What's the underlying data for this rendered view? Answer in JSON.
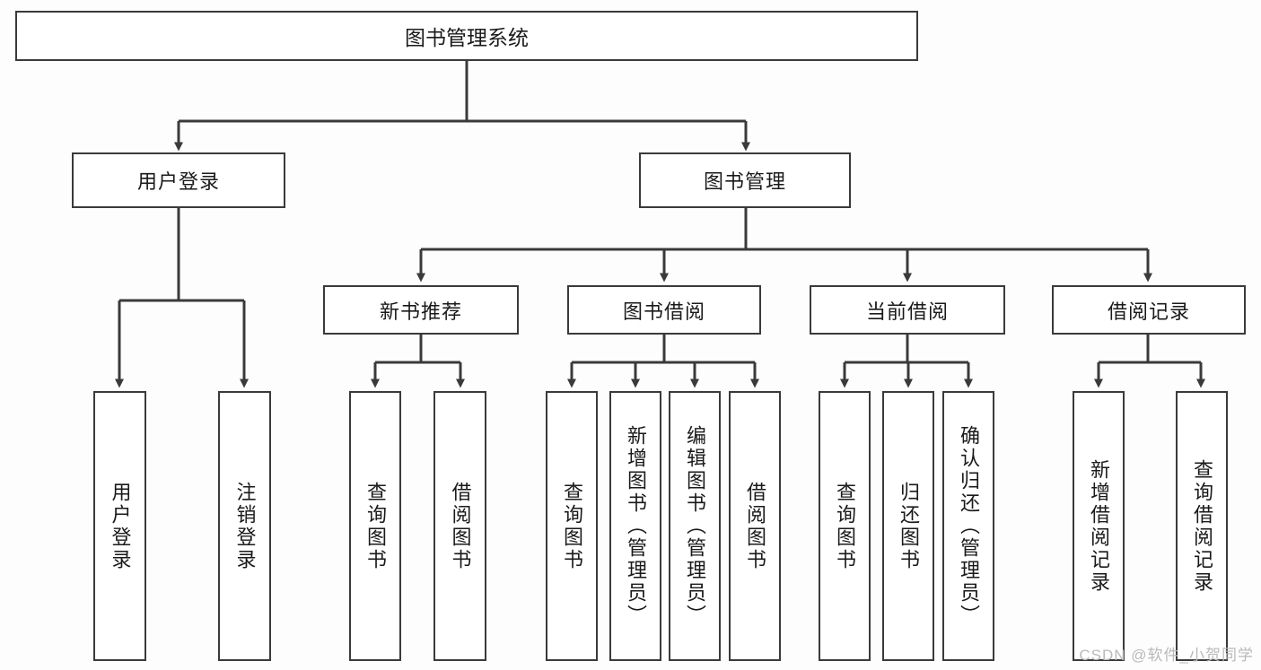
{
  "diagram": {
    "title": "图书管理系统",
    "watermark": "CSDN @软件_小贺同学",
    "stroke_color": "#3a3a3a",
    "box_fill": "#ffffff",
    "text_color": "#1a1a1a",
    "root": {
      "label": "图书管理系统"
    },
    "level2": [
      {
        "label": "用户登录"
      },
      {
        "label": "图书管理"
      }
    ],
    "level3": [
      {
        "label": "新书推荐"
      },
      {
        "label": "图书借阅"
      },
      {
        "label": "当前借阅"
      },
      {
        "label": "借阅记录"
      }
    ],
    "leaves": [
      {
        "label": "用户登录",
        "parent": "用户登录"
      },
      {
        "label": "注销登录",
        "parent": "用户登录"
      },
      {
        "label": "查询图书",
        "parent": "新书推荐"
      },
      {
        "label": "借阅图书",
        "parent": "新书推荐"
      },
      {
        "label": "查询图书",
        "parent": "图书借阅"
      },
      {
        "label": "新增图书（管理员）",
        "parent": "图书借阅"
      },
      {
        "label": "编辑图书（管理员）",
        "parent": "图书借阅"
      },
      {
        "label": "借阅图书",
        "parent": "图书借阅"
      },
      {
        "label": "查询图书",
        "parent": "当前借阅"
      },
      {
        "label": "归还图书",
        "parent": "当前借阅"
      },
      {
        "label": "确认归还（管理员）",
        "parent": "当前借阅"
      },
      {
        "label": "新增借阅记录",
        "parent": "借阅记录"
      },
      {
        "label": "查询借阅记录",
        "parent": "借阅记录"
      }
    ]
  }
}
